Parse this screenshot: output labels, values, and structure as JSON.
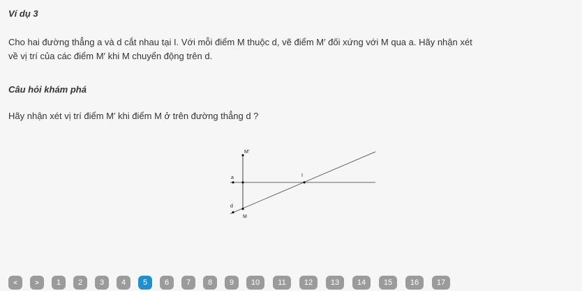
{
  "example": {
    "title": "Ví dụ 3",
    "problem_line1": "Cho hai đường thẳng a và d cắt nhau tại I. Với mỗi điểm M thuộc d, vẽ điểm M′ đối xứng với M qua a. Hãy nhận xét",
    "problem_line2": "về vị trí của các điểm M′ khi M chuyển động trên d."
  },
  "explore": {
    "title": "Câu hỏi khám phá",
    "question": "Hãy nhận xét vị trí điểm M′ khi điểm M  ở trên đường thẳng d ?"
  },
  "figure": {
    "labels": {
      "m_prime": "M'",
      "a": "a",
      "i": "I",
      "d": "d",
      "m": "M"
    }
  },
  "pagination": {
    "prev": "<",
    "next": ">",
    "pages": [
      "1",
      "2",
      "3",
      "4",
      "5",
      "6",
      "7",
      "8",
      "9",
      "10",
      "11",
      "12",
      "13",
      "14",
      "15",
      "16",
      "17"
    ],
    "active_page": "5"
  },
  "colors": {
    "active": "#1f8fcf",
    "inactive": "#9b9b9b",
    "text": "#333333",
    "background": "#f6f6f6"
  }
}
